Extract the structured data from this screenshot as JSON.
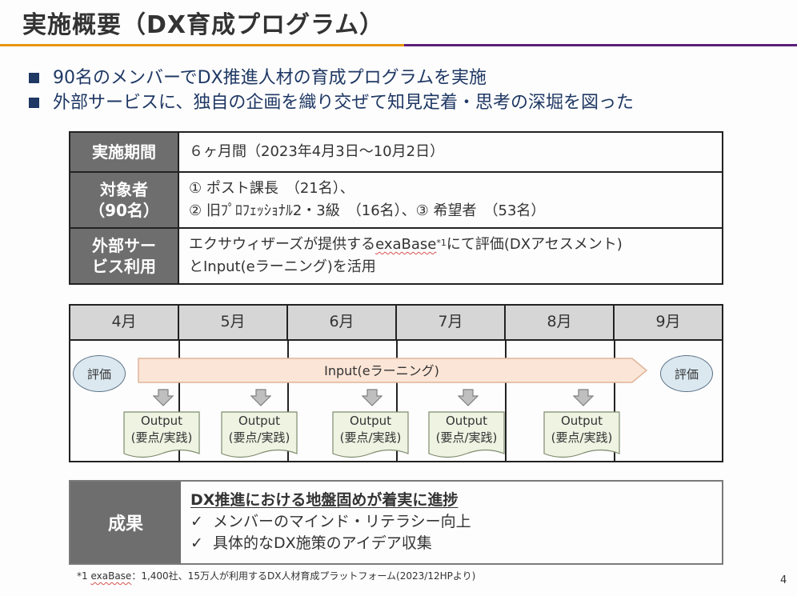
{
  "header": {
    "title": "実施概要（DX育成プログラム）"
  },
  "bullets": [
    "90名のメンバーでDX推進人材の育成プログラムを実施",
    "外部サービスに、独自の企画を織り交ぜて知見定着・思考の深堀を図った"
  ],
  "info_table": {
    "period_label": "実施期間",
    "period_value": "６ヶ月間（2023年4月3日～10月2日）",
    "target_label_line1": "対象者",
    "target_label_line2": "（90名）",
    "target_value_line1": "① ポスト課長　（21名）、",
    "target_value_line2": "② 旧ﾌﾟﾛﾌｪｯｼｮﾅﾙ2・3級　（16名）、③ 希望者　（53名）",
    "service_label_line1": "外部サー",
    "service_label_line2": "ビス利用",
    "service_value_pre": "エクサウィザーズが提供する",
    "service_value_brand": "exaBase",
    "service_value_sup": "*1",
    "service_value_post": "にて評価(DXアセスメント)",
    "service_value_line2": "とInput(eラーニング)を活用"
  },
  "timeline": {
    "months": [
      "4月",
      "5月",
      "6月",
      "7月",
      "8月",
      "9月"
    ],
    "eval_label_start": "評価",
    "eval_label_end": "評価",
    "input_label": "Input(eラーニング)",
    "outputs": [
      {
        "line1": "Output",
        "line2": "(要点/実践)"
      },
      {
        "line1": "Output",
        "line2": "(要点/実践)"
      },
      {
        "line1": "Output",
        "line2": "(要点/実践)"
      },
      {
        "line1": "Output",
        "line2": "(要点/実践)"
      },
      {
        "line1": "Output",
        "line2": "(要点/実践)"
      }
    ]
  },
  "result": {
    "label": "成果",
    "headline": "DX推進における地盤固めが着実に進捗",
    "check_mark": "✓",
    "items": [
      "メンバーのマインド・リテラシー向上",
      "具体的なDX施策のアイデア収集"
    ]
  },
  "footnote": {
    "marker": "*1",
    "brand": "exaBase",
    "text": "：1,400社、15万人が利用するDX人材育成プラットフォーム(2023/12HPより)"
  },
  "page_number": "4",
  "colors": {
    "title_rule_orange": "#e8950d",
    "title_rule_purple": "#5b1f7a",
    "bullet_text": "#1f3864",
    "header_cell_bg": "#6e6e6e",
    "month_bg": "#d6d6d6",
    "eval_fill": "#dbe8f0",
    "input_arrow_fill": "#fbe5d6",
    "output_fill": "#eef3e2"
  }
}
